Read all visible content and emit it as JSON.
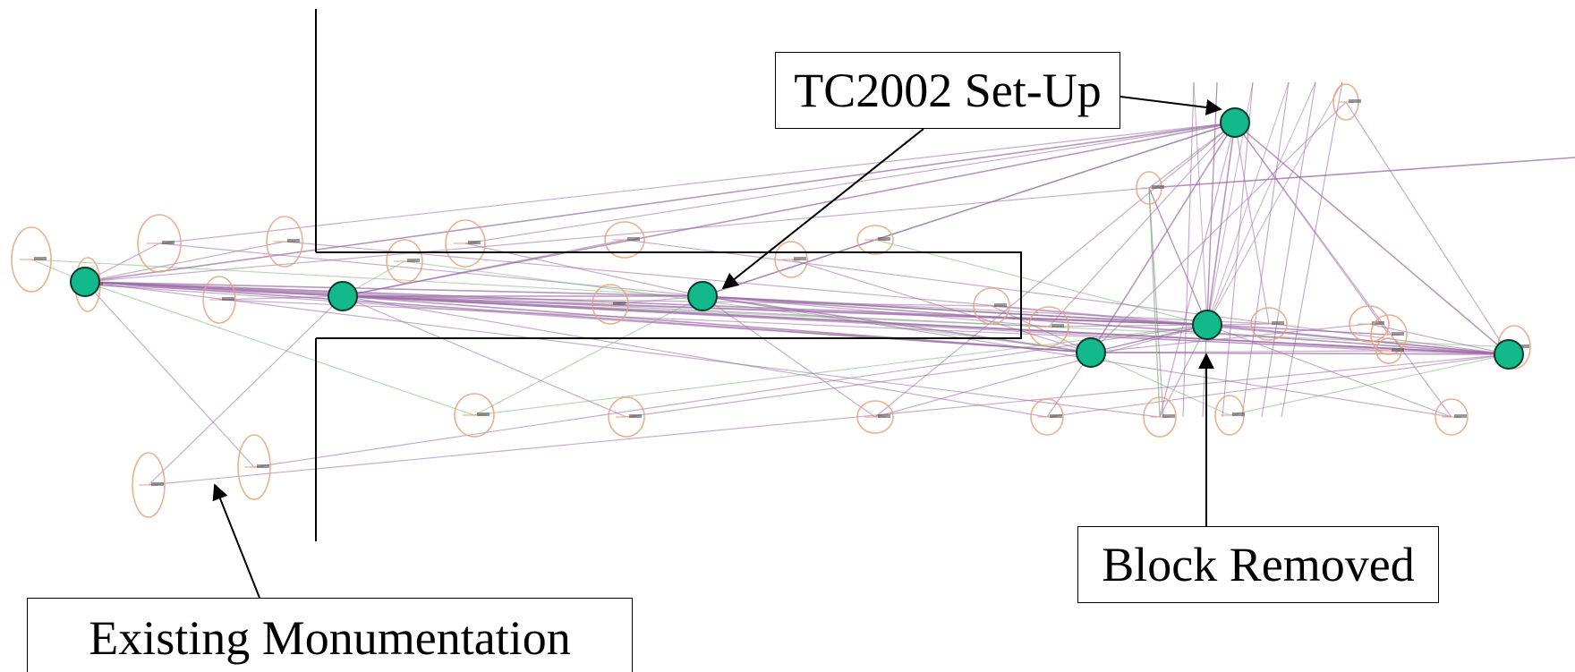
{
  "callouts": {
    "setup": "TC2002 Set-Up",
    "block_removed": "Block Removed",
    "existing": "Existing Monumentation"
  },
  "colors": {
    "background": "#ffffff",
    "callout_border": "#000000",
    "marker_fill": "#13b98a",
    "marker_stroke": "#0a3a2c",
    "station_ellipse": "#e6a27d",
    "obs_line_purple": "#9b6aa6",
    "obs_line_green": "#7fb87f",
    "arrow": "#000000"
  },
  "icons": {
    "set_up_marker": "green-circle",
    "station_symbol": "orange-ellipse-with-crosshair"
  }
}
